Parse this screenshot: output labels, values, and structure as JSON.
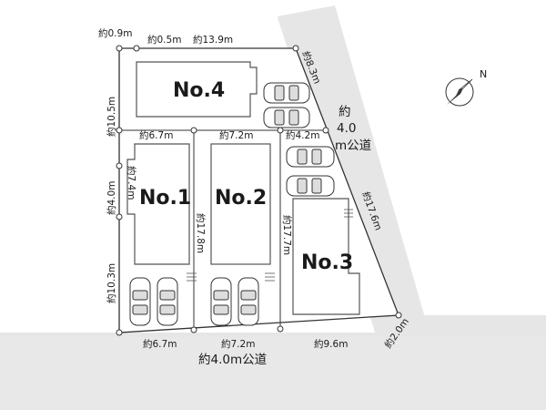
{
  "lots": {
    "no4": "No.4",
    "no1": "No.1",
    "no2": "No.2",
    "no3": "No.3"
  },
  "roads": {
    "south": "約4.0m公道",
    "east_line1": "約",
    "east_line2": "4.0",
    "east_line3": "m公道"
  },
  "dimensions": {
    "top_09": "約0.9m",
    "top_05": "約0.5m",
    "top_139": "約13.9m",
    "left_105": "約10.5m",
    "left_40": "約4.0m",
    "left_103": "約10.3m",
    "mid_67": "約6.7m",
    "mid_72": "約7.2m",
    "mid_42": "約4.2m",
    "bottom_67": "約6.7m",
    "bottom_72": "約7.2m",
    "bottom_96": "約9.6m",
    "corner_20": "約2.0m",
    "east_83": "約8.3m",
    "east_176": "約17.6m",
    "lot1_inner_74": "約7.4m",
    "lot2_inner_78": "約17.8m",
    "lot3_inner": "約17.7m"
  },
  "compass": {
    "north": "N"
  },
  "colors": {
    "road_fill": "#e6e6e6",
    "line": "#333333",
    "building_edge": "#555555"
  }
}
